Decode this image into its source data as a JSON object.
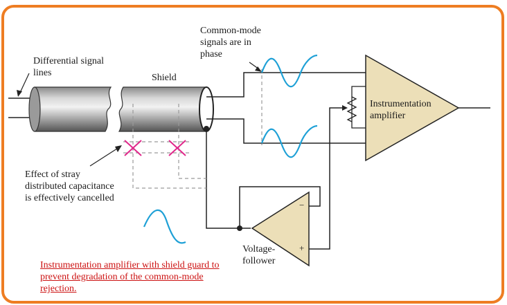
{
  "diagram": {
    "labels": {
      "differential_line1": "Differential signal",
      "differential_line2": "lines",
      "shield": "Shield",
      "common_mode_line1": "Common-mode",
      "common_mode_line2": "signals are in",
      "common_mode_line3": "phase",
      "inamp_line1": "Instrumentation",
      "inamp_line2": "amplifier",
      "stray_line1": "Effect of stray",
      "stray_line2": "distributed capacitance",
      "stray_line3": "is effectively cancelled",
      "follower_line1": "Voltage-",
      "follower_line2": "follower",
      "minus_sign": "−",
      "plus_sign": "+"
    },
    "caption": {
      "line1": "Instrumentation amplifier with shield guard to",
      "line2": "prevent degradation of the common-mode",
      "line3": "rejection."
    },
    "colors": {
      "frame": "#ee7d22",
      "waveform": "#1ea0d6",
      "capacitor_x": "#e0278a",
      "amplifier_fill": "#ecdfb8",
      "caption": "#cc1111"
    }
  }
}
